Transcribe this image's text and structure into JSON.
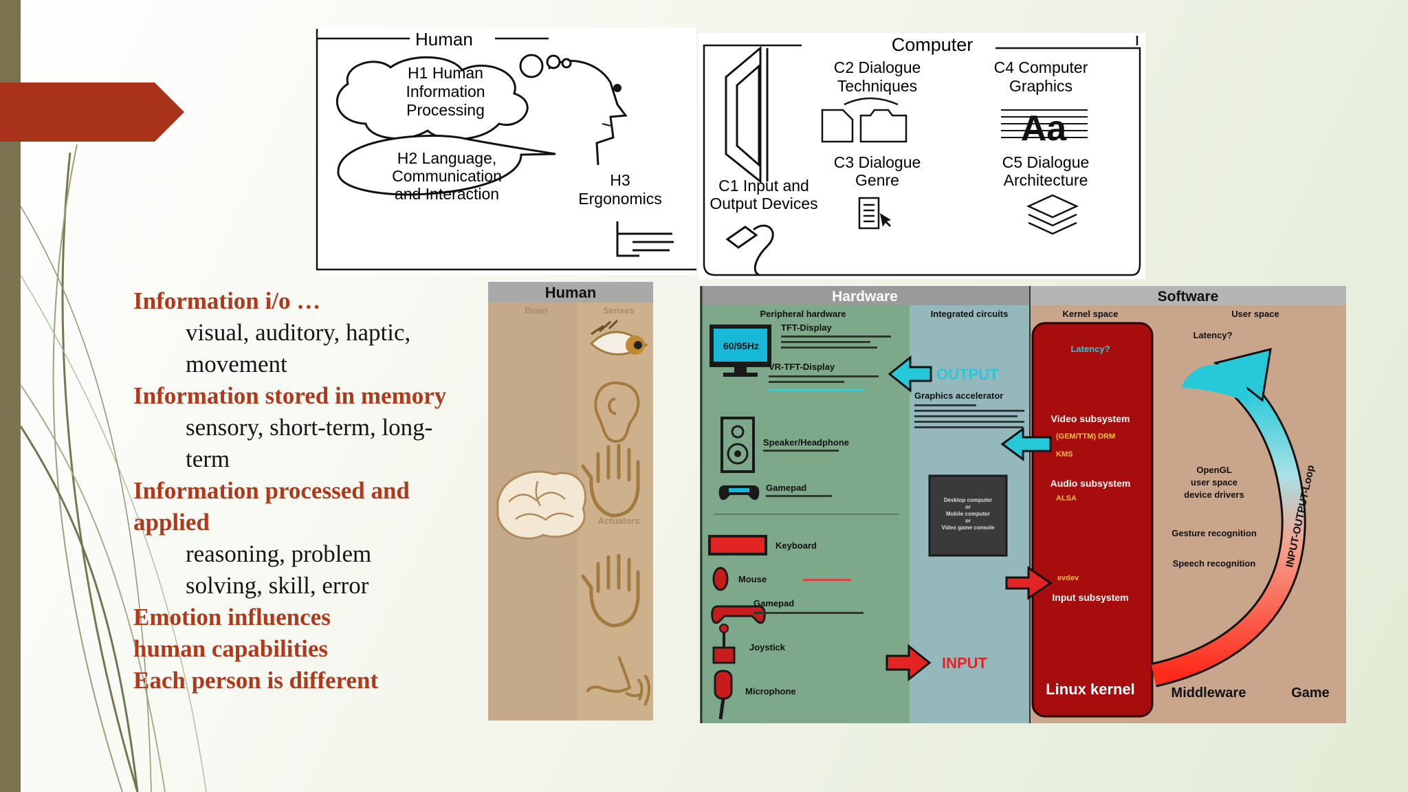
{
  "hc_diagram": {
    "human_title": "Human",
    "h1": [
      "H1 Human",
      "Information",
      "Processing"
    ],
    "h2": [
      "H2 Language,",
      "Communication",
      "and Interaction"
    ],
    "h3": [
      "H3",
      "Ergonomics"
    ],
    "computer_title": "Computer",
    "c1": [
      "C1 Input and",
      "Output Devices"
    ],
    "c2": [
      "C2 Dialogue",
      "Techniques"
    ],
    "c3": [
      "C3 Dialogue",
      "Genre"
    ],
    "c4": [
      "C4 Computer",
      "Graphics"
    ],
    "c5": [
      "C5 Dialogue",
      "Architecture"
    ]
  },
  "info_list": [
    {
      "heading": "Information i/o …",
      "sub": [
        "visual, auditory, haptic,",
        "movement"
      ]
    },
    {
      "heading": "Information stored in memory",
      "sub": [
        "sensory, short-term, long-",
        "term"
      ]
    },
    {
      "heading": "Information processed and",
      "heading2": "applied",
      "sub": [
        "reasoning, problem",
        "solving, skill, error"
      ]
    },
    {
      "heading": "Emotion influences",
      "sub": []
    },
    {
      "heading": "human capabilities",
      "sub": []
    },
    {
      "heading": "Each person is different",
      "sub": []
    }
  ],
  "human_panel": {
    "title": "Human",
    "brain": "Brain",
    "senses": "Senses",
    "actuators": "Actuators"
  },
  "hw_sw": {
    "hardware": "Hardware",
    "software": "Software",
    "peripheral": "Peripheral hardware",
    "integrated": "Integrated circuits",
    "kernel_space": "Kernel space",
    "user_space": "User space",
    "display_rate": "60/95Hz",
    "tft": "TFT-Display",
    "vr_tft": "VR-TFT-Display",
    "speaker": "Speaker/Headphone",
    "gamepad1": "Gamepad",
    "keyboard": "Keyboard",
    "mouse": "Mouse",
    "gamepad2": "Gamepad",
    "joystick": "Joystick",
    "microphone": "Microphone",
    "output": "OUTPUT",
    "input": "INPUT",
    "gfx": "Graphics accelerator",
    "desktop": [
      "Desktop computer",
      "or",
      "Mobile computer",
      "or",
      "Video game console"
    ],
    "latency1": "Latency?",
    "latency2": "Latency?",
    "video": "Video subsystem",
    "gem": "(GEM/TTM) DRM",
    "kms": "KMS",
    "audio": "Audio subsystem",
    "alsa": "ALSA",
    "evdev": "evdev",
    "input_sub": "Input subsystem",
    "linux": "Linux kernel",
    "opengl": [
      "OpenGL",
      "user space",
      "device drivers"
    ],
    "gesture": "Gesture recognition",
    "speech": "Speech recognition",
    "loop": "INPUT-OUTPUT-Loop",
    "middleware": "Middleware",
    "game": "Game"
  },
  "colors": {
    "accent_red": "#b0391c",
    "tab_red": "#a8321a",
    "kernel_red": "#a80d0d",
    "hw_green": "#7ea88a",
    "ic_blue": "#94b8bc",
    "sw_tan": "#c9a58c",
    "cyan": "#27c9d8"
  }
}
